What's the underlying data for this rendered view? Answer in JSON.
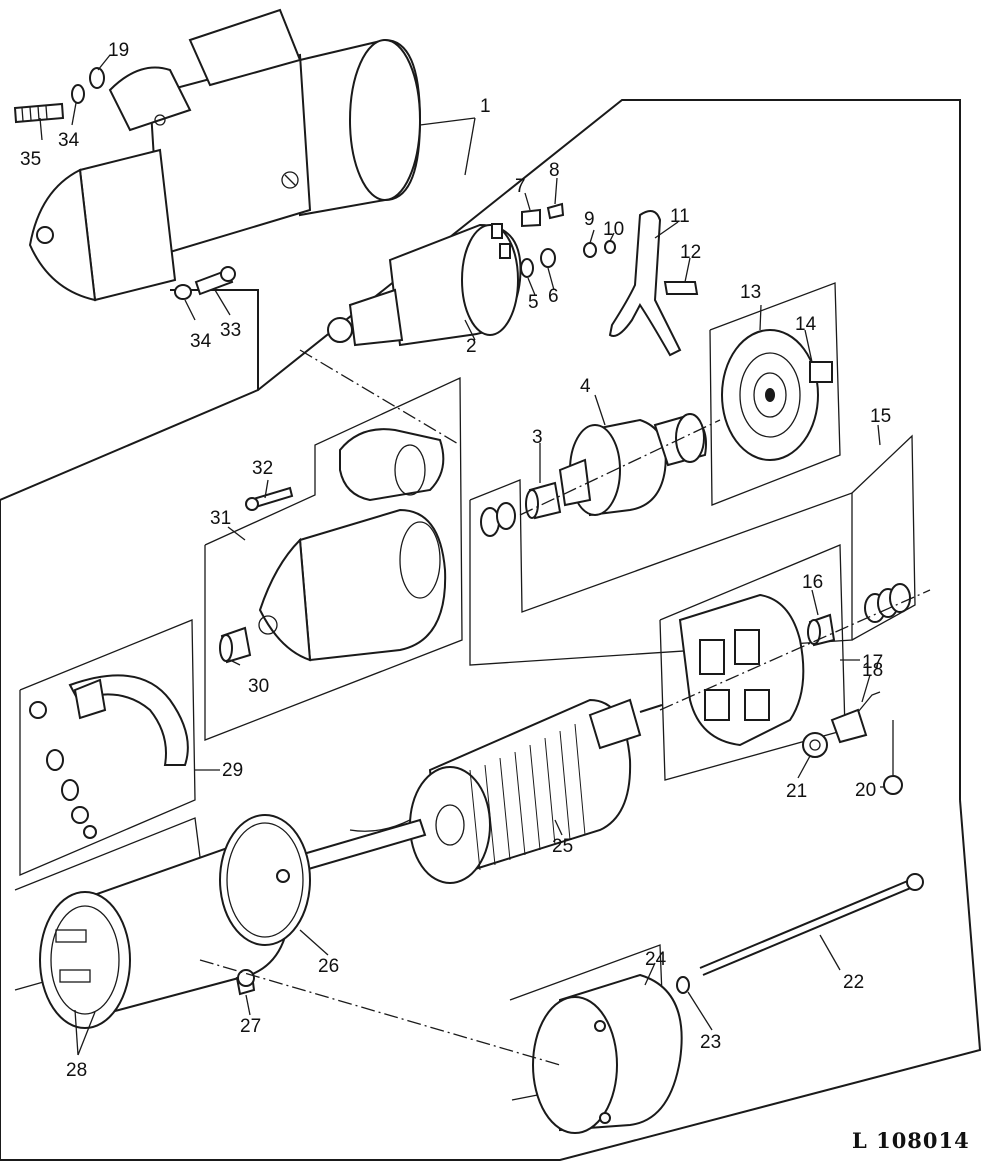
{
  "reference": "L 108014",
  "callouts": [
    "1",
    "2",
    "3",
    "4",
    "5",
    "6",
    "7",
    "8",
    "9",
    "10",
    "11",
    "12",
    "13",
    "14",
    "15",
    "16",
    "17",
    "18",
    "19",
    "20",
    "21",
    "22",
    "23",
    "24",
    "25",
    "26",
    "27",
    "28",
    "29",
    "30",
    "31",
    "32",
    "33",
    "34",
    "34",
    "35"
  ]
}
